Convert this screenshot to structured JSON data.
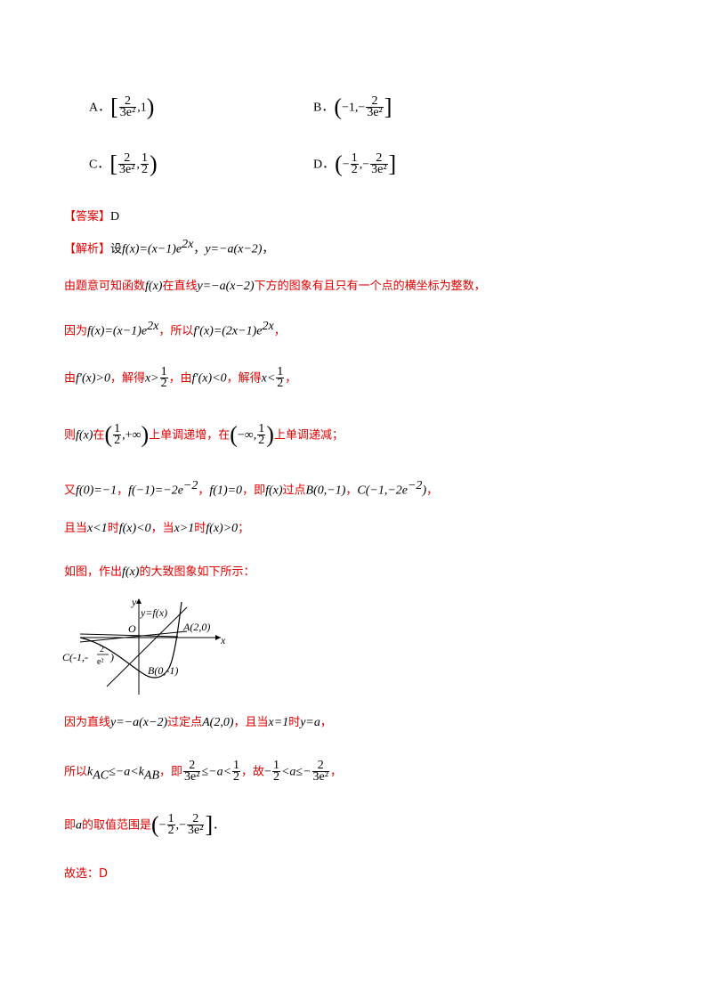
{
  "options": {
    "A": {
      "label": "A．",
      "open": "[",
      "num": "2",
      "den": "3e²",
      "rest": ",1",
      "close": ")"
    },
    "B": {
      "label": "B．",
      "open": "(",
      "pre": "−1,−",
      "num": "2",
      "den": "3e²",
      "close": "]"
    },
    "C": {
      "label": "C．",
      "open": "[",
      "num": "2",
      "den": "3e²",
      "sep": ",",
      "num2": "1",
      "den2": "2",
      "close": ")"
    },
    "D": {
      "label": "D．",
      "open": "(",
      "pre": "−",
      "num": "1",
      "den": "2",
      "sep": ",−",
      "num2": "2",
      "den2": "3e²",
      "close": "]"
    }
  },
  "answer": {
    "tag": "【答案】",
    "value": "D"
  },
  "analysis": {
    "tag": "【解析】",
    "line1_text": "设",
    "line1_math1": "f(x)=(x−1)e",
    "line1_sup": "2x",
    "line1_mid": "，",
    "line1_math2": "y=−a(x−2)",
    "line1_end": "，",
    "line2_a": "由题意可知函数",
    "line2_m1": "f(x)",
    "line2_b": "在直线",
    "line2_m2": "y=−a(x−2)",
    "line2_c": "下方的图象有且只有一个点的横坐标为整数，",
    "line3_a": "因为",
    "line3_m1": "f(x)=(x−1)e",
    "line3_sup1": "2x",
    "line3_b": "，所以",
    "line3_m2": "f′(x)=(2x−1)e",
    "line3_sup2": "2x",
    "line3_c": "，",
    "line4_a": "由",
    "line4_m1": "f′(x)>0",
    "line4_b": "，解得",
    "line4_m2": "x>",
    "line4_c": "，由",
    "line4_m3": "f′(x)<0",
    "line4_d": "，解得",
    "line4_m4": "x<",
    "line4_e": "，",
    "line5_a": "则",
    "line5_m1": "f(x)",
    "line5_b": "在",
    "line5_int1_rest": ",+∞",
    "line5_c": "上单调递增，在",
    "line5_int2_pre": "−∞,",
    "line5_d": "上单调递减；",
    "line6_a": "又",
    "line6_m1": "f(0)=−1",
    "line6_b": "，",
    "line6_m2": "f(−1)=−2e",
    "line6_sup": "−2",
    "line6_c": "，",
    "line6_m3": "f(1)=0",
    "line6_d": "，即",
    "line6_m4": "f(x)",
    "line6_e": "过点",
    "line6_m5": "B(0,−1)",
    "line6_f": "，",
    "line6_m6": "C(−1,−2e",
    "line6_sup2": "−2",
    "line6_m6end": ")",
    "line6_g": "，",
    "line7_a": "且当",
    "line7_m1": "x<1",
    "line7_b": "时",
    "line7_m2": "f(x)<0",
    "line7_c": "，当",
    "line7_m3": "x>1",
    "line7_d": "时",
    "line7_m4": "f(x)>0",
    "line7_e": "；",
    "line8_a": "如图，作出",
    "line8_m1": "f(x)",
    "line8_b": "的大致图象如下所示：",
    "line9_a": "因为直线",
    "line9_m1": "y=−a(x−2)",
    "line9_b": "过定点",
    "line9_m2": "A(2,0)",
    "line9_c": "，且当",
    "line9_m3": "x=1",
    "line9_d": "时",
    "line9_m4": "y=a",
    "line9_e": "，",
    "line10_a": "所以",
    "line10_m1": "k",
    "line10_sub1": "AC",
    "line10_m2": "≤−a<k",
    "line10_sub2": "AB",
    "line10_b": "，即",
    "line10_m3": "≤−a<",
    "line10_c": "，故",
    "line10_m4": "<a≤−",
    "line10_d": "，",
    "line11_a": "即",
    "line11_m1": "a",
    "line11_b": "的取值范围是",
    "line11_c": "．",
    "conclusion": "故选：D"
  },
  "figure": {
    "y_label": "y",
    "func_label": "y=f(x)",
    "origin": "O",
    "a_label": "A(2,0)",
    "x_label": "x",
    "c_label": "C(-1,-",
    "c_num": "2",
    "c_den": "e²",
    "c_close": ")",
    "b_label": "B(0,-1)"
  }
}
